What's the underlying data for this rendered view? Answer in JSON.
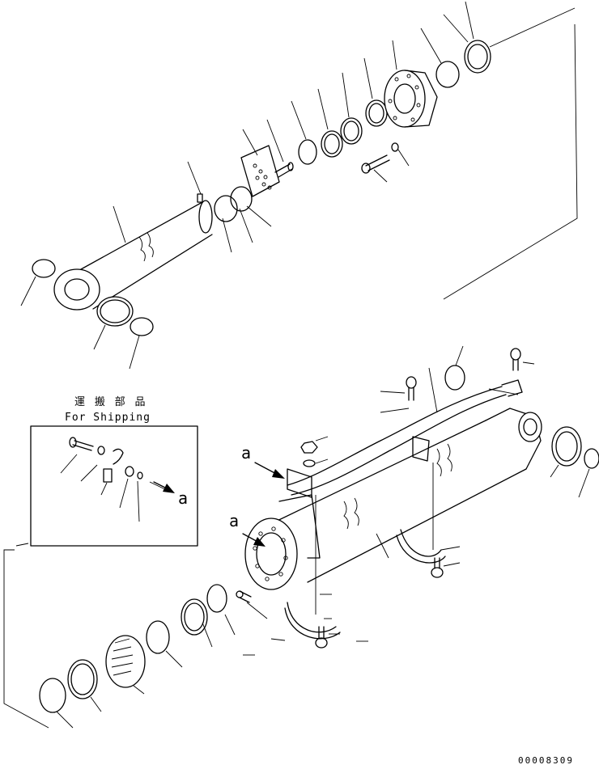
{
  "shipping_box": {
    "title_jp": "運 搬 部 品",
    "title_en": "For Shipping"
  },
  "view_marks": [
    "a",
    "a",
    "a"
  ],
  "drawing_code": "00008309"
}
